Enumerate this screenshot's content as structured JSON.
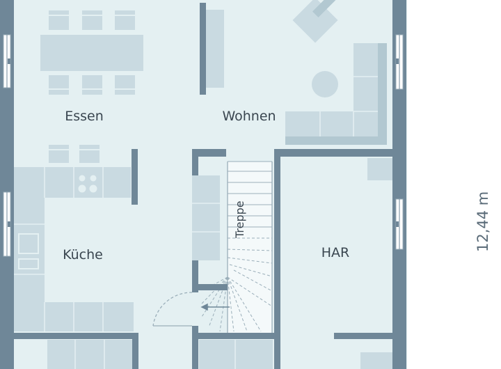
{
  "rooms": {
    "essen": "Essen",
    "wohnen": "Wohnen",
    "kueche": "Küche",
    "har": "HAR"
  },
  "stairs": {
    "label": "Treppe"
  },
  "dimension": {
    "height": "12,44 m"
  },
  "colors": {
    "floor": "#e4f0f2",
    "wall": "#6f8798",
    "furniture": "#c9dae1",
    "furniture_edge": "#b2c8d1",
    "line": "#9aaeb9",
    "text": "#3a4650"
  }
}
